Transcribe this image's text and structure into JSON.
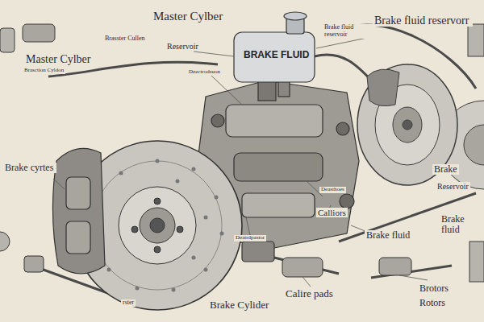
{
  "diagram": {
    "labels": [
      "Master Cylber",
      "Brasster Cullen",
      "Reservoir",
      "BRAKE FLUID",
      "Brake fluid reservoir",
      "Brake fluid reservorr",
      "Master Cylber",
      "Brasction Cyldon",
      "Dzectrodsuon",
      "Brake cyrtes",
      "Brake",
      "Reservoir",
      "Deasthoes",
      "Calliors",
      "Brake fluid",
      "Brake fluid",
      "Deatrdpastor",
      "rster",
      "Brake Cylider",
      "Calire pads",
      "Brotors",
      "Rotors"
    ]
  }
}
